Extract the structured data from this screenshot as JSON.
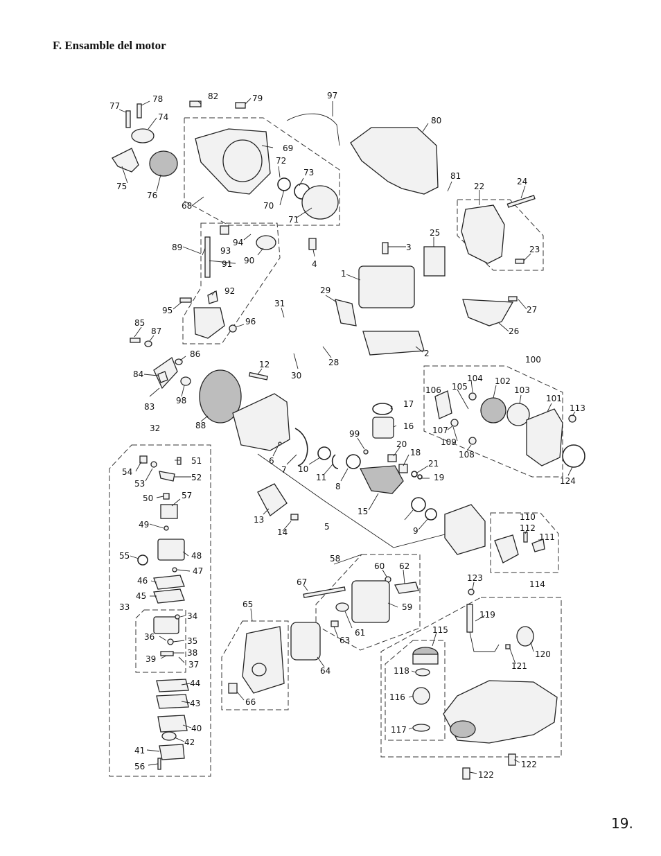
{
  "page": {
    "title": "F. Ensamble del motor",
    "page_number": "19."
  },
  "parts": [
    "1",
    "2",
    "3",
    "4",
    "5",
    "6",
    "7",
    "8",
    "9",
    "10",
    "11",
    "12",
    "13",
    "14",
    "15",
    "16",
    "17",
    "18",
    "19",
    "20",
    "21",
    "22",
    "23",
    "24",
    "25",
    "26",
    "27",
    "28",
    "29",
    "30",
    "31",
    "32",
    "33",
    "34",
    "35",
    "36",
    "37",
    "38",
    "39",
    "40",
    "41",
    "42",
    "43",
    "44",
    "45",
    "46",
    "47",
    "48",
    "49",
    "50",
    "51",
    "52",
    "53",
    "54",
    "55",
    "56",
    "57",
    "58",
    "59",
    "60",
    "61",
    "62",
    "63",
    "64",
    "65",
    "66",
    "67",
    "68",
    "69",
    "70",
    "71",
    "72",
    "73",
    "74",
    "75",
    "76",
    "77",
    "78",
    "79",
    "80",
    "81",
    "82",
    "83",
    "84",
    "85",
    "86",
    "87",
    "88",
    "89",
    "90",
    "91",
    "92",
    "93",
    "94",
    "95",
    "96",
    "97",
    "98",
    "99",
    "100",
    "101",
    "102",
    "103",
    "104",
    "105",
    "106",
    "107",
    "108",
    "109",
    "110",
    "111",
    "112",
    "113",
    "114",
    "115",
    "116",
    "117",
    "118",
    "119",
    "120",
    "121",
    "122",
    "123",
    "124"
  ]
}
